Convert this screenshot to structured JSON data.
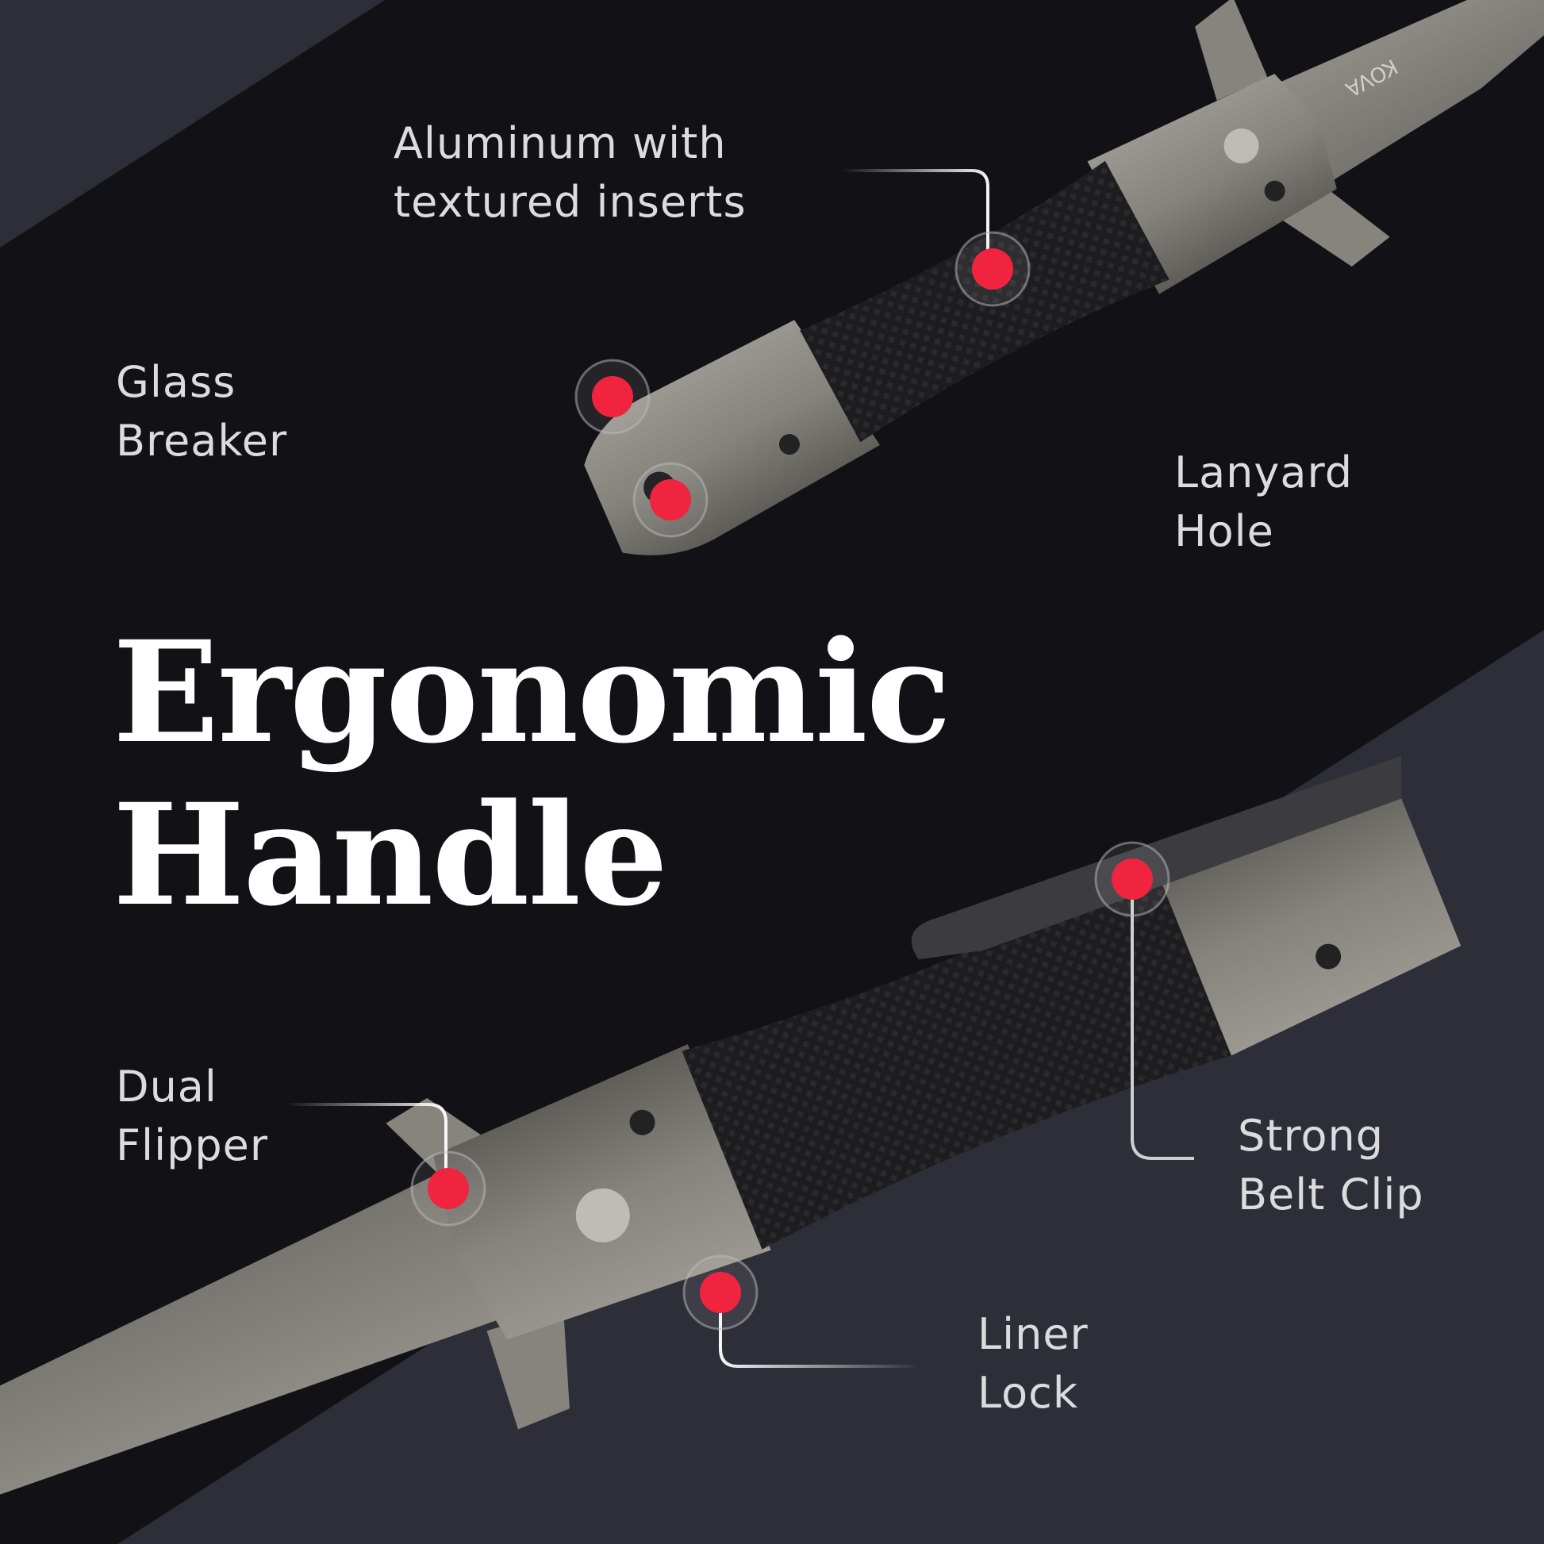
{
  "title": {
    "line1": "Ergonomic",
    "line2": "Handle"
  },
  "brand_mark": "KOVA",
  "callouts": {
    "aluminum": {
      "line1": "Aluminum with",
      "line2": "textured inserts"
    },
    "glass_breaker": {
      "line1": "Glass",
      "line2": "Breaker"
    },
    "lanyard_hole": {
      "line1": "Lanyard",
      "line2": "Hole"
    },
    "dual_flipper": {
      "line1": "Dual",
      "line2": "Flipper"
    },
    "belt_clip": {
      "line1": "Strong",
      "line2": "Belt Clip"
    },
    "liner_lock": {
      "line1": "Liner",
      "line2": "Lock"
    }
  },
  "colors": {
    "background": "#121216",
    "band": "#2d2e38",
    "accent_dot": "#f0243f",
    "text": "#dcdcdf"
  }
}
